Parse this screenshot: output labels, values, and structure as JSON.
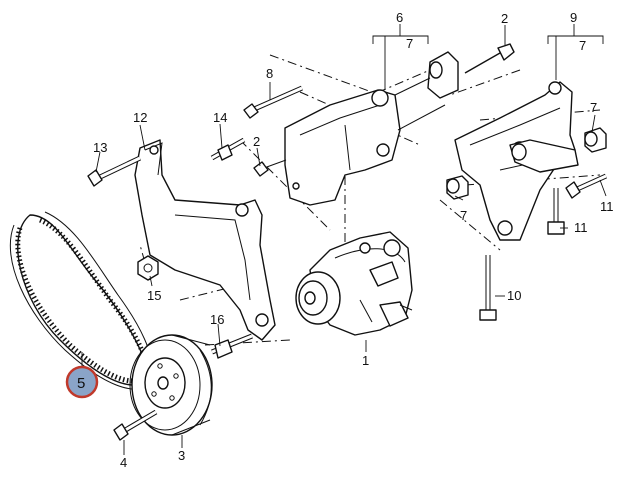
{
  "diagram": {
    "highlight_color": "#c0392b",
    "highlight_fill": "#8aa4c8",
    "callouts": {
      "c1": "1",
      "c2a": "2",
      "c2b": "2",
      "c3": "3",
      "c4": "4",
      "c5": "5",
      "c6": "6",
      "c6sub": "7",
      "c7a": "7",
      "c7b": "7",
      "c8": "8",
      "c9": "9",
      "c9sub": "7",
      "c10": "10",
      "c11a": "11",
      "c11b": "11",
      "c12": "12",
      "c13": "13",
      "c14": "14",
      "c15": "15",
      "c16": "16"
    }
  }
}
